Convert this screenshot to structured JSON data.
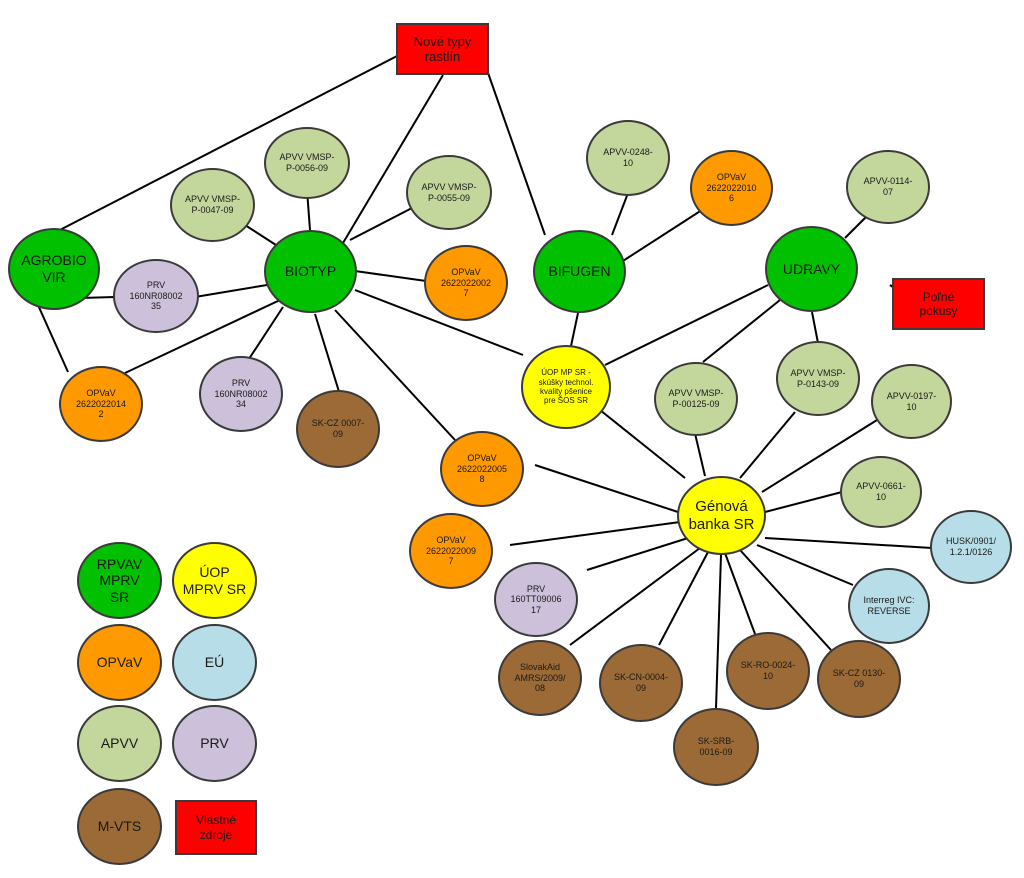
{
  "colors": {
    "rpvav": "#00c000",
    "uop": "#ffff00",
    "opvav": "#ff9900",
    "eu": "#b7dde8",
    "apvv": "#c3d69b",
    "prv": "#ccc0da",
    "mvts": "#9b6a36",
    "own": "#ff0000"
  },
  "nodes": {
    "nove_typy": "Nové typy\nrastlín",
    "agrobio": "AGROBIO\nVIR",
    "biotyp": "BIOTYP",
    "bifugen": "BIFUGEN",
    "udravy": "UDRAVY",
    "polne": "Poľné\npokusy",
    "uop": "ÚOP MP SR -\nskúšky technol.\nkvality pšenice\npre ŠOS SR",
    "genova": "Génová\nbanka SR",
    "apvv_0056": "APVV VMSP-\nP-0056-09",
    "apvv_0047": "APVV VMSP-\nP-0047-09",
    "apvv_0055": "APVV VMSP-\nP-0055-09",
    "apvv_0248": "APVV-0248-\n10",
    "opvav_20106": "OPVaV\n2622022010\n6",
    "apvv_0114": "APVV-0114-\n07",
    "prv_35": "PRV\n160NR08002\n35",
    "opvav_20027": "OPVaV\n2622022002\n7",
    "opvav_20142": "OPVaV\n2622022014\n2",
    "prv_34": "PRV\n160NR08002\n34",
    "skcz_0007": "SK-CZ 0007-\n09",
    "opvav_20058": "OPVaV\n2622022005\n8",
    "opvav_20097": "OPVaV\n2622022009\n7",
    "apvv_00125": "APVV VMSP-\nP-00125-09",
    "apvv_0143": "APVV VMSP-\nP-0143-09",
    "apvv_0197": "APVV-0197-\n10",
    "apvv_0661": "APVV-0661-\n10",
    "husk": "HUSK/0901/\n1.2.1/0126",
    "interreg": "Interreg IVC:\nREVERSE",
    "prv_17": "PRV\n160TT09006\n17",
    "slovakaid": "SlovakAid\nAMRS/2009/\n08",
    "skcn": "SK-CN-0004-\n09",
    "sksrb": "SK-SRB-\n0016-09",
    "skro": "SK-RO-0024-\n10",
    "skcz_0130": "SK-CZ 0130-\n09"
  },
  "legend": {
    "rpvav": "RPVAV\nMPRV\nSR",
    "uop": "ÚOP\nMPRV SR",
    "opvav": "OPVaV",
    "eu": "EÚ",
    "apvv": "APVV",
    "prv": "PRV",
    "mvts": "M-VTS",
    "own": "Vlastné\nzdroje"
  }
}
